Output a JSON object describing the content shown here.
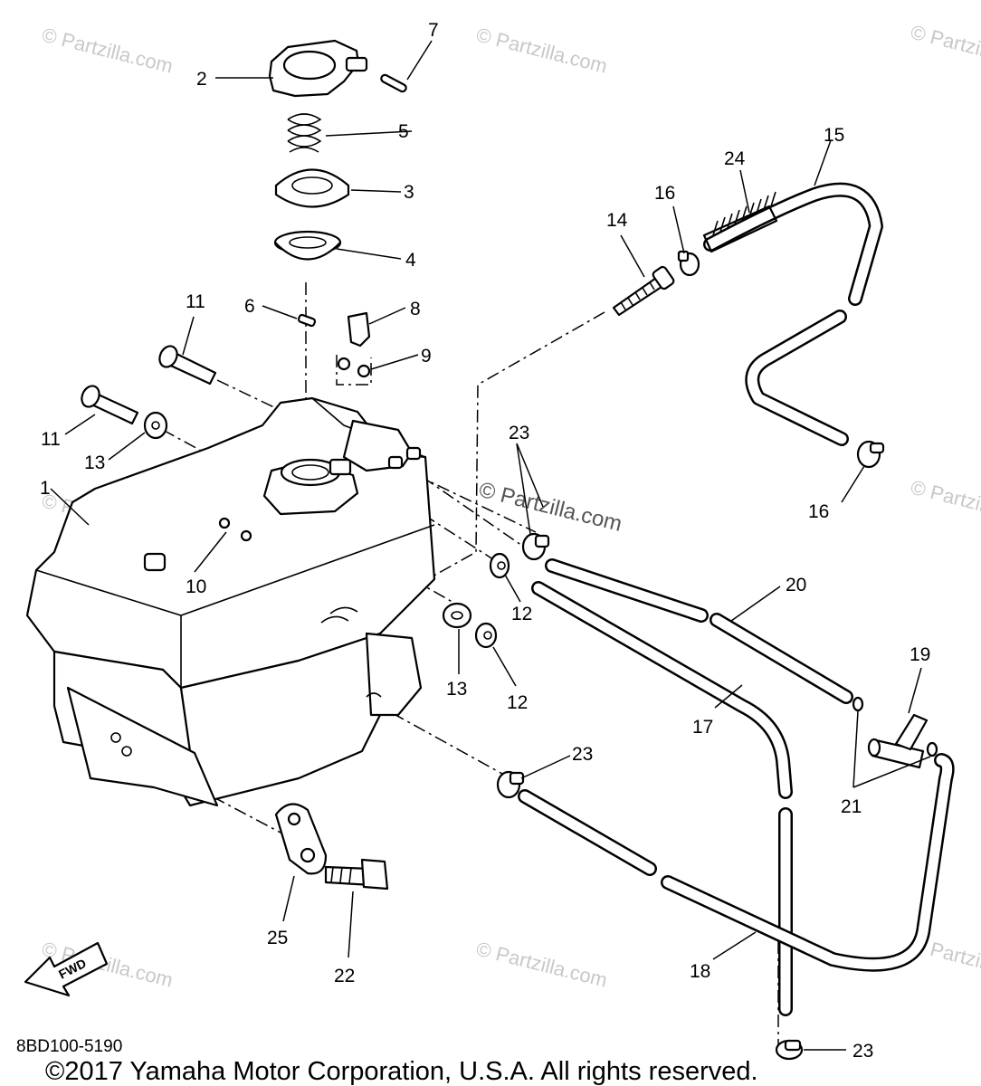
{
  "diagram": {
    "callouts": [
      {
        "id": "1",
        "text": "1"
      },
      {
        "id": "2",
        "text": "2"
      },
      {
        "id": "3",
        "text": "3"
      },
      {
        "id": "4",
        "text": "4"
      },
      {
        "id": "5",
        "text": "5"
      },
      {
        "id": "6",
        "text": "6"
      },
      {
        "id": "7",
        "text": "7"
      },
      {
        "id": "8",
        "text": "8"
      },
      {
        "id": "9",
        "text": "9"
      },
      {
        "id": "10",
        "text": "10"
      },
      {
        "id": "11a",
        "text": "11"
      },
      {
        "id": "11b",
        "text": "11"
      },
      {
        "id": "12a",
        "text": "12"
      },
      {
        "id": "12b",
        "text": "12"
      },
      {
        "id": "13a",
        "text": "13"
      },
      {
        "id": "13b",
        "text": "13"
      },
      {
        "id": "14",
        "text": "14"
      },
      {
        "id": "15",
        "text": "15"
      },
      {
        "id": "16a",
        "text": "16"
      },
      {
        "id": "16b",
        "text": "16"
      },
      {
        "id": "17",
        "text": "17"
      },
      {
        "id": "18",
        "text": "18"
      },
      {
        "id": "19",
        "text": "19"
      },
      {
        "id": "20",
        "text": "20"
      },
      {
        "id": "21",
        "text": "21"
      },
      {
        "id": "22",
        "text": "22"
      },
      {
        "id": "23a",
        "text": "23"
      },
      {
        "id": "23b",
        "text": "23"
      },
      {
        "id": "23c",
        "text": "23"
      },
      {
        "id": "24",
        "text": "24"
      },
      {
        "id": "25",
        "text": "25"
      }
    ],
    "fwd_label": "FWD",
    "diagram_code": "8BD100-5190",
    "watermark": "© Partzilla.com",
    "copyright": "©2017  Yamaha Motor Corporation, U.S.A. All rights reserved."
  }
}
